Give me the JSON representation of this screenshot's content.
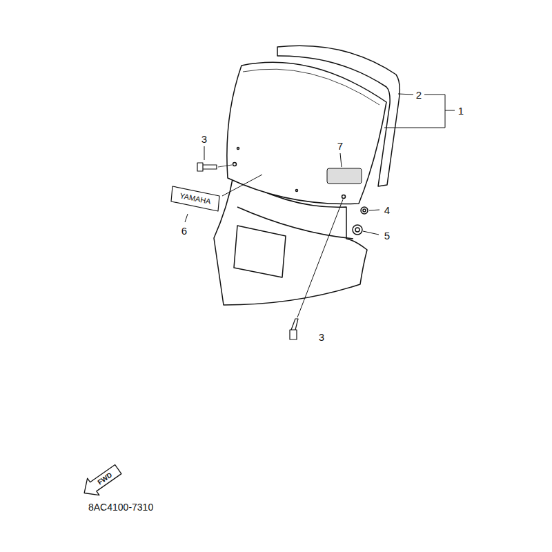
{
  "diagram": {
    "labels": [
      "2",
      "1",
      "3",
      "7",
      "YAMAHA",
      "4",
      "6",
      "5",
      "3",
      "FWD",
      "8AC4100-7310"
    ]
  }
}
